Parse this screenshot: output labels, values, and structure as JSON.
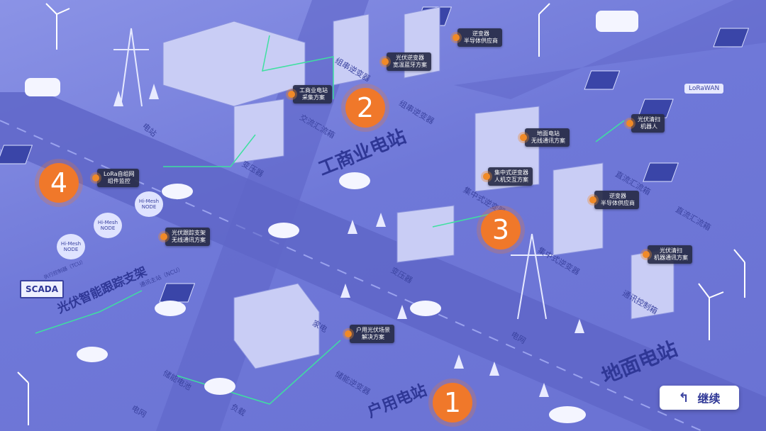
{
  "tags": [
    {
      "id": "inv-supplier-top",
      "text": "逆变器\n半导体供应商"
    },
    {
      "id": "inv-bt",
      "text": "光伏逆变器\n宽温蓝牙方案"
    },
    {
      "id": "ci-station",
      "text": "工商业电站\n采集方案"
    },
    {
      "id": "pv-cleaner-robot",
      "text": "光伏清扫\n机器人"
    },
    {
      "id": "ground-wireless",
      "text": "地面电站\n无线通讯方案"
    },
    {
      "id": "central-hmi",
      "text": "集中式逆变器\n人机交互方案"
    },
    {
      "id": "inv-supplier-mid",
      "text": "逆变器\n半导体供应商"
    },
    {
      "id": "lora-monitor",
      "text": "LoRa自组网\n组件监控"
    },
    {
      "id": "tracker-wireless",
      "text": "光伏跟踪支架\n无线通讯方案"
    },
    {
      "id": "cleaner-comm",
      "text": "光伏清扫\n机器通讯方案"
    },
    {
      "id": "home-pv",
      "text": "户用光伏场景\n解决方案"
    }
  ],
  "numbers": [
    "1",
    "2",
    "3",
    "4"
  ],
  "zones": {
    "commercial": "工商业电站",
    "ground": "地面电站",
    "home": "户用电站",
    "tracker": "光伏智能跟踪支架"
  },
  "labels": {
    "power_station": "电站",
    "transformer_a": "变压器",
    "ac_combiner": "交流汇流箱",
    "string_inv_a": "组串逆变器",
    "string_inv_b": "组串逆变器",
    "central_inv_a": "集中式逆变器",
    "central_inv_b": "集中式逆变器",
    "dc_combiner_a": "直流汇流箱",
    "dc_combiner_b": "直流汇流箱",
    "transformer_b": "变压器",
    "grid_a": "电网",
    "comm_box": "通讯控制箱",
    "home_grid": "电网",
    "home_elec": "家电",
    "storage_battery": "储能电池",
    "load": "负载",
    "storage_inv": "储能逆变器",
    "comm_master": "通讯主站（NCU）",
    "tracker_ctrl": "执行控制器（TCU）"
  },
  "meshes": [
    "Hi-Mesh\nNODE",
    "Hi-Mesh\nNODE",
    "Hi-Mesh\nNODE"
  ],
  "scada": "SCADA",
  "lorawan": "LoRaWAN",
  "continue_label": "继续",
  "colors": {
    "background": "#7880dc",
    "accent": "#f0782a",
    "tag_bg": "#282c48",
    "road": "#5d64c4"
  }
}
